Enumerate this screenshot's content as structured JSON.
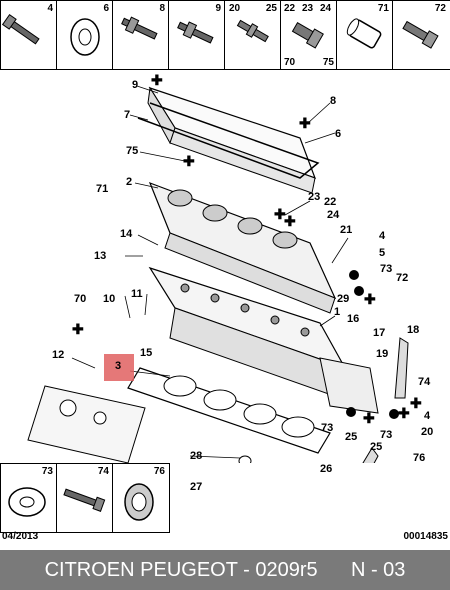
{
  "header_parts": [
    {
      "num": "4",
      "icon": "bolt-icon"
    },
    {
      "num": "6",
      "icon": "washer-icon"
    },
    {
      "num": "8",
      "icon": "stud-bolt-icon"
    },
    {
      "num": "9",
      "icon": "stud-bolt-icon"
    },
    {
      "num": "20",
      "num2": "25",
      "icon": "stud-icon"
    },
    {
      "num": "22",
      "num2": "23",
      "num3": "24",
      "num4": "70",
      "num5": "75",
      "icon": "nut-icon"
    },
    {
      "num": "71",
      "icon": "plug-icon"
    },
    {
      "num": "72",
      "icon": "screw-icon"
    }
  ],
  "footer_parts": [
    {
      "num": "73",
      "icon": "washer-icon"
    },
    {
      "num": "74",
      "icon": "bolt-icon"
    },
    {
      "num": "76",
      "icon": "bush-icon"
    }
  ],
  "callouts": [
    "9",
    "7",
    "8",
    "6",
    "75",
    "2",
    "71",
    "22",
    "23",
    "24",
    "14",
    "21",
    "4",
    "5",
    "13",
    "73",
    "72",
    "70",
    "10",
    "11",
    "29",
    "1",
    "16",
    "12",
    "3",
    "15",
    "17",
    "18",
    "19",
    "74",
    "73",
    "25",
    "4",
    "20",
    "73",
    "25",
    "28",
    "26",
    "76",
    "27"
  ],
  "highlight_callout": "3",
  "date": "04/2013",
  "ref": "00014835",
  "footer_text": "CITROEN PEUGEOT - 0209r5      N - 03"
}
